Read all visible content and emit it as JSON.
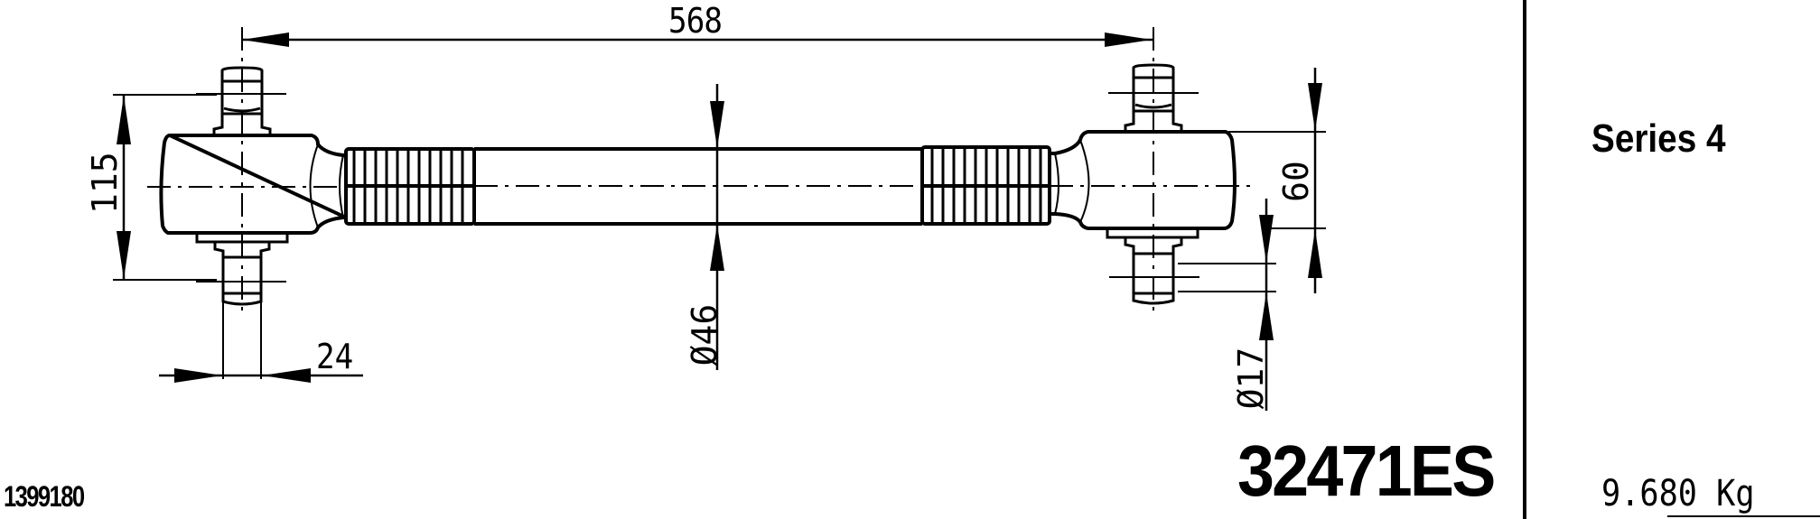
{
  "drawing": {
    "title_block": {
      "series_label": "Series  4",
      "weight": "9.680 Kg",
      "part_number": "32471ES",
      "reference_number": "1399180"
    },
    "dimensions": {
      "overall_length": "568",
      "eye_height": "115",
      "bolt_width": "24",
      "rod_diameter": "Ø46",
      "eye_width": "60",
      "bolt_diameter": "Ø17"
    },
    "colors": {
      "line": "#000000",
      "background": "#ffffff"
    }
  }
}
